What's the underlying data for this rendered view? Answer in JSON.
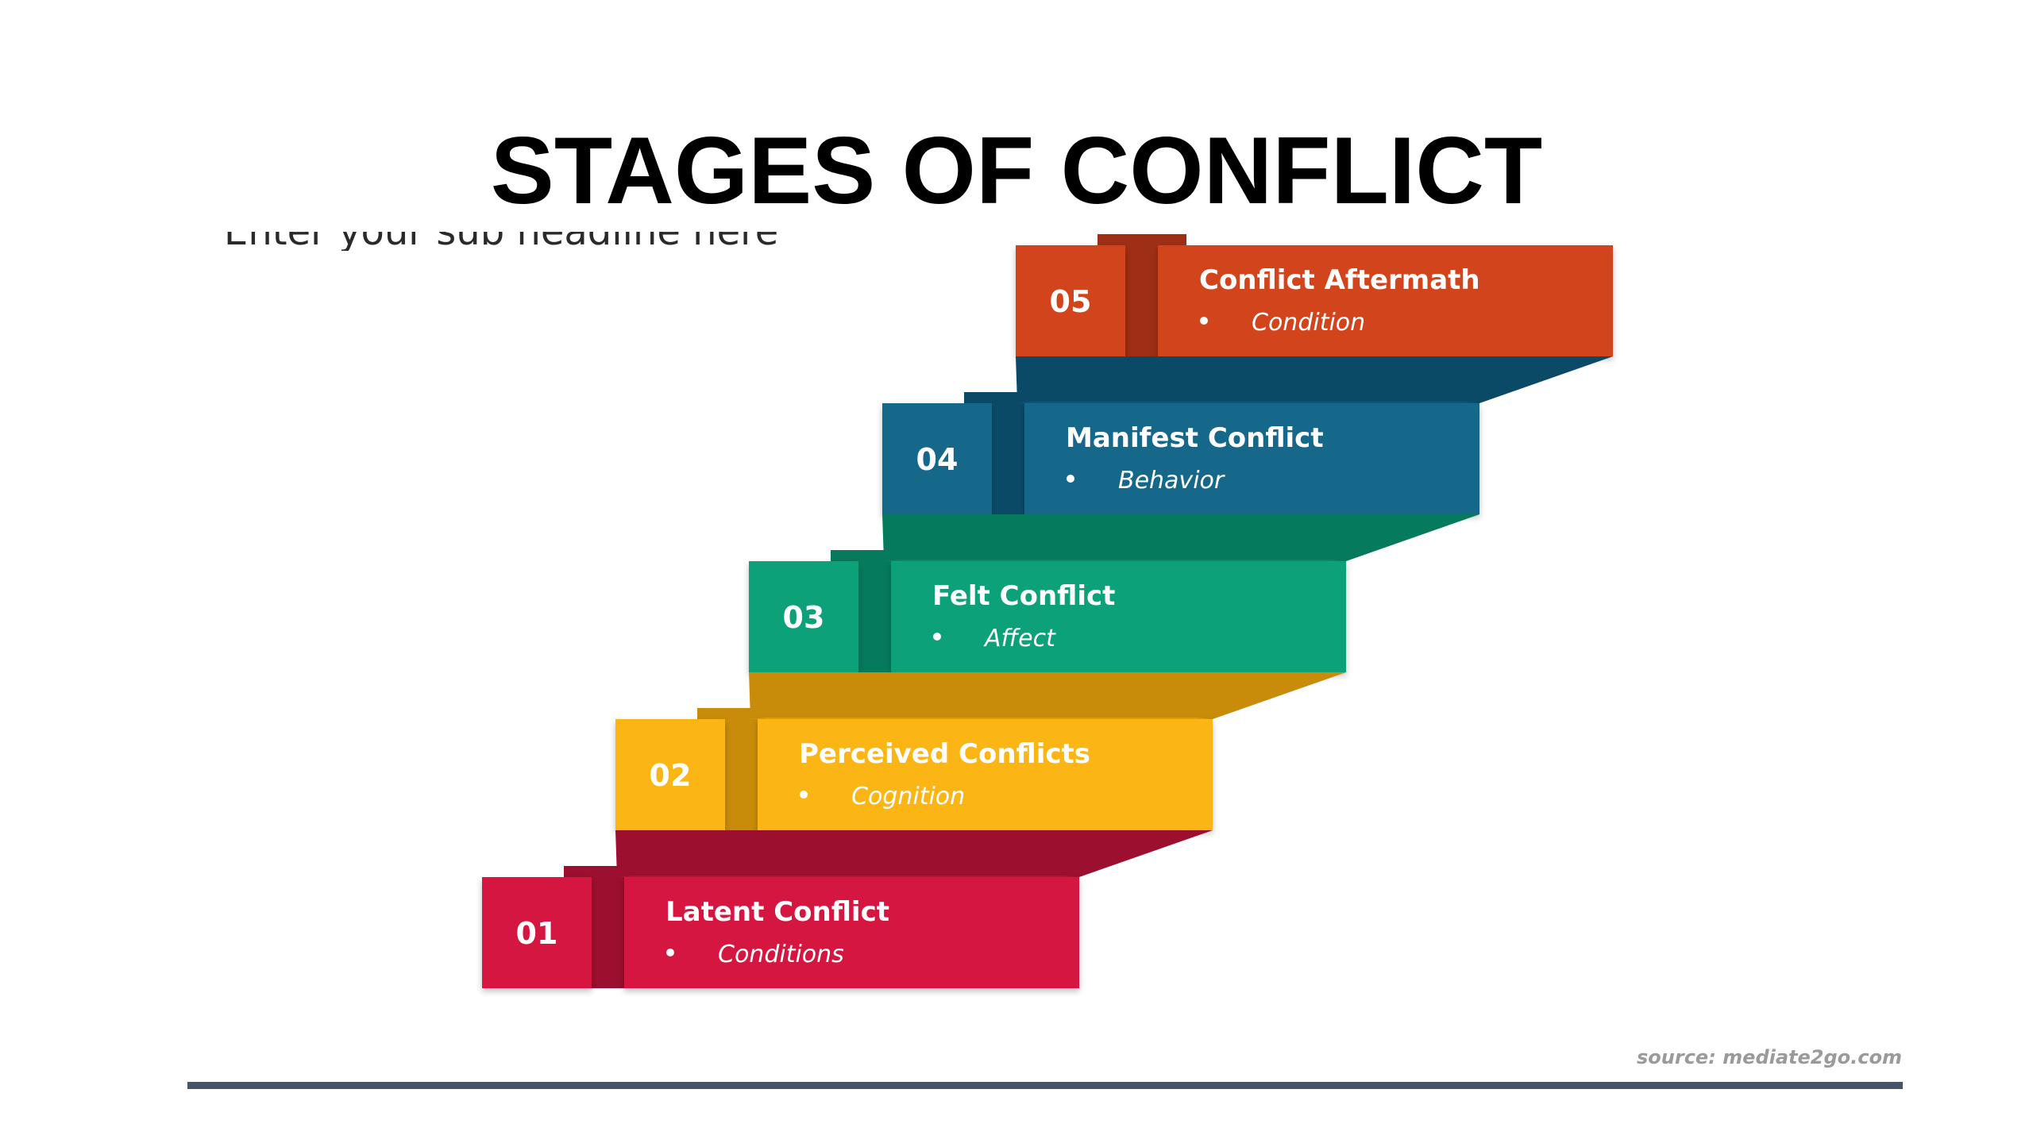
{
  "slide": {
    "title": "STAGES OF CONFLICT",
    "subheading": "Enter your sub headline here",
    "source": "source: mediate2go.com"
  },
  "stages": [
    {
      "number": "01",
      "title": "Latent Conflict",
      "detail": "Conditions",
      "color": "#d4163f",
      "dark": "#9c0f2e"
    },
    {
      "number": "02",
      "title": "Perceived Conflicts",
      "detail": "Cognition",
      "color": "#fbb614",
      "dark": "#c88c0a"
    },
    {
      "number": "03",
      "title": "Felt Conflict",
      "detail": "Affect",
      "color": "#07a17a",
      "dark": "#067a5c"
    },
    {
      "number": "04",
      "title": "Manifest Conflict",
      "detail": "Behavior",
      "color": "#12678a",
      "dark": "#0b4a66"
    },
    {
      "number": "05",
      "title": "Conflict Aftermath",
      "detail": "Condition",
      "color": "#d2441f",
      "dark": "#9e2f14"
    }
  ],
  "rule_color": "#44546a"
}
